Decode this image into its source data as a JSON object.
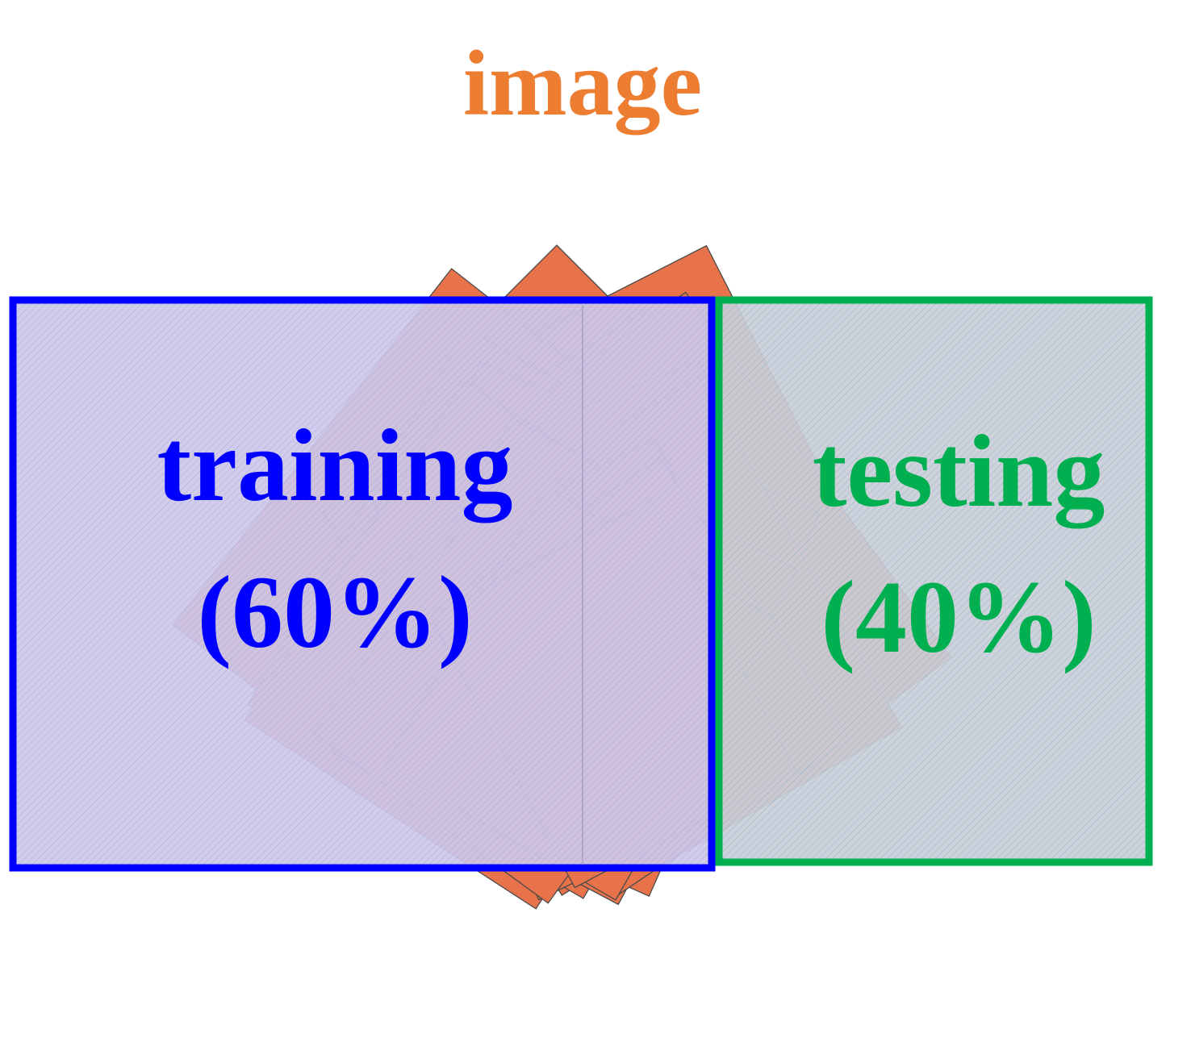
{
  "title": "image",
  "colors": {
    "title": "#ED7D31",
    "card_fill": "#E8734A",
    "card_stroke": "#4A4A4A",
    "training": "#0000FF",
    "testing": "#00B050",
    "overlay_purple": "#C9C3E8",
    "overlay_gray": "#C8CCD6"
  },
  "image_stack_icon": "stacked-image-cards-icon",
  "partitions": [
    {
      "name": "training",
      "label": "training",
      "percent_label": "(60%)",
      "share": 0.6
    },
    {
      "name": "testing",
      "label": "testing",
      "percent_label": "(40%)",
      "share": 0.4
    }
  ]
}
